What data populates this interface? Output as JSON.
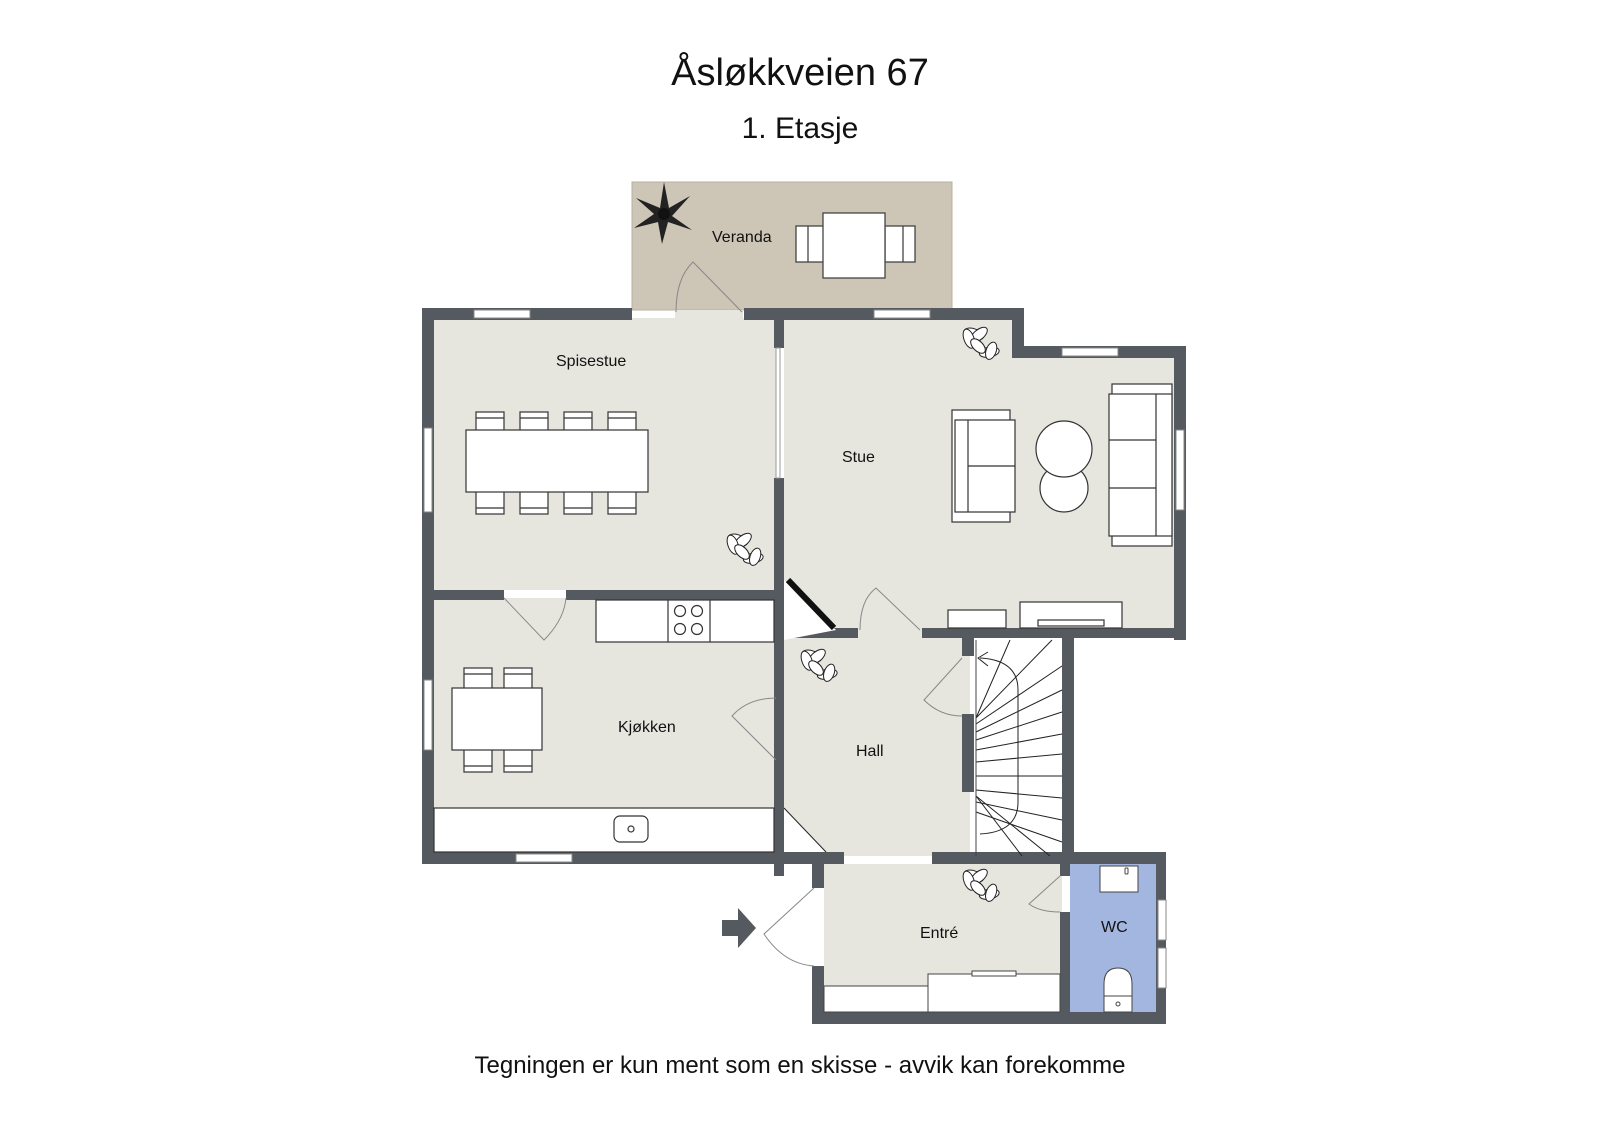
{
  "header": {
    "title": "Åsløkkveien 67",
    "subtitle": "1. Etasje"
  },
  "rooms": {
    "veranda": {
      "label": "Veranda"
    },
    "spisestue": {
      "label": "Spisestue"
    },
    "stue": {
      "label": "Stue"
    },
    "kjokken": {
      "label": "Kjøkken"
    },
    "hall": {
      "label": "Hall"
    },
    "entre": {
      "label": "Entré"
    },
    "wc": {
      "label": "WC"
    }
  },
  "footer": {
    "disclaimer": "Tegningen er kun ment som en skisse - avvik kan forekomme"
  },
  "colors": {
    "wall": "#555a60",
    "floor": "#e6e6df",
    "veranda": "#cdc5b6",
    "wc": "#a3b6e0",
    "furniture": "#ffffff",
    "outline": "#333333"
  }
}
